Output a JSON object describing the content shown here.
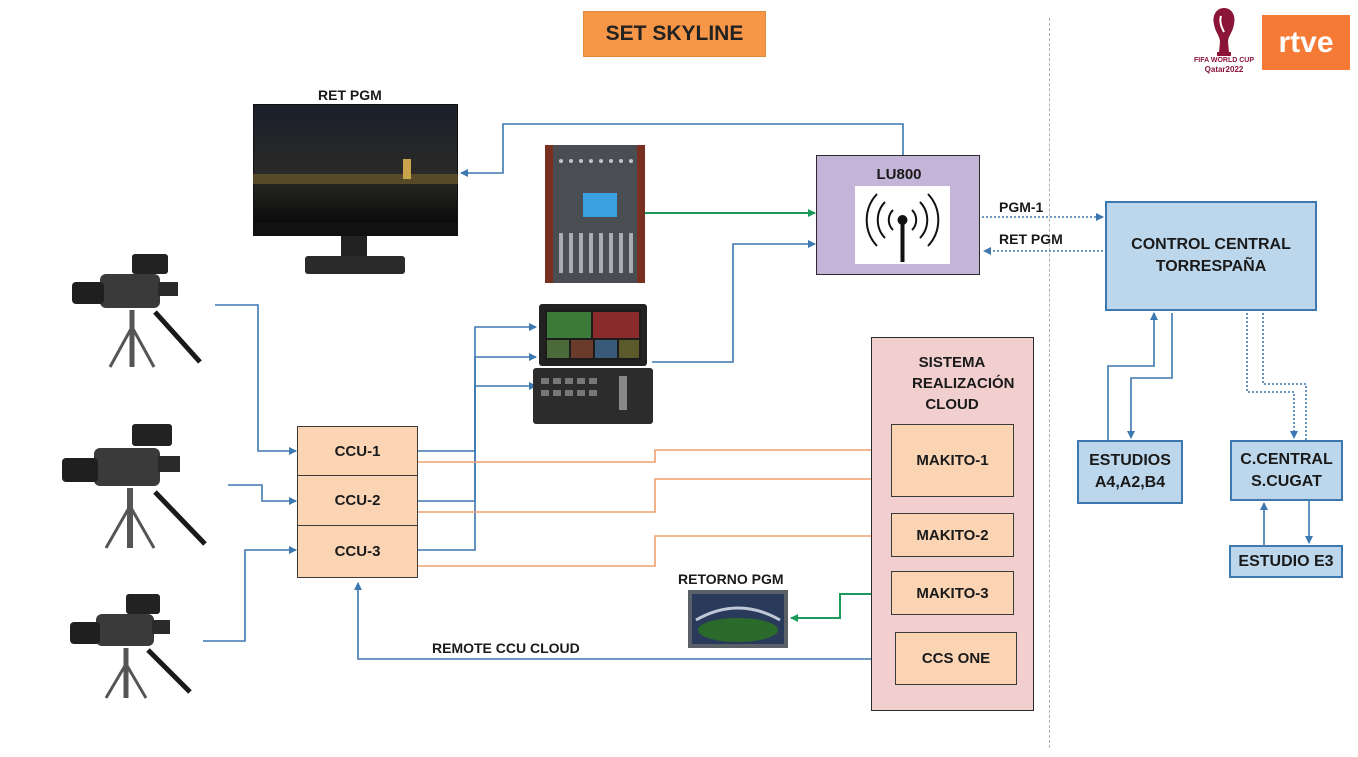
{
  "title": "SET SKYLINE",
  "logos": {
    "fifa_text_1": "FIFA WORLD CUP",
    "fifa_text_2": "Qatar2022",
    "rtve": "rtve"
  },
  "labels": {
    "ret_pgm_monitor": "RET PGM",
    "retorno_pgm": "RETORNO PGM",
    "remote_ccu_cloud": "REMOTE CCU CLOUD",
    "pgm1_link": "PGM-1",
    "ret_pgm_link": "RET PGM"
  },
  "lu800": {
    "title": "LU800"
  },
  "ccu": [
    "CCU-1",
    "CCU-2",
    "CCU-3"
  ],
  "cloud_system": {
    "title": "SISTEMA REALIZACIÓN CLOUD",
    "makito": [
      "MAKITO-1",
      "MAKITO-2",
      "MAKITO-3"
    ],
    "ccs_one": "CCS ONE"
  },
  "control_central": "CONTROL CENTRAL TORRESPAÑA",
  "estudios": "ESTUDIOS A4,A2,B4",
  "c_central": "C.CENTRAL S.CUGAT",
  "estudio_e3": "ESTUDIO E3",
  "colors": {
    "title_bg": "#f79646",
    "ccu_fill": "#fbd4b4",
    "cloud_bg": "#f2cfcf",
    "lu800_fill": "#c4b5d8",
    "blue_fill": "#bcd7ec",
    "line_blue": "#3d78b0",
    "line_orange": "#f0a070",
    "line_green": "#1a9a5a",
    "rtve_bg": "#f47a36"
  }
}
